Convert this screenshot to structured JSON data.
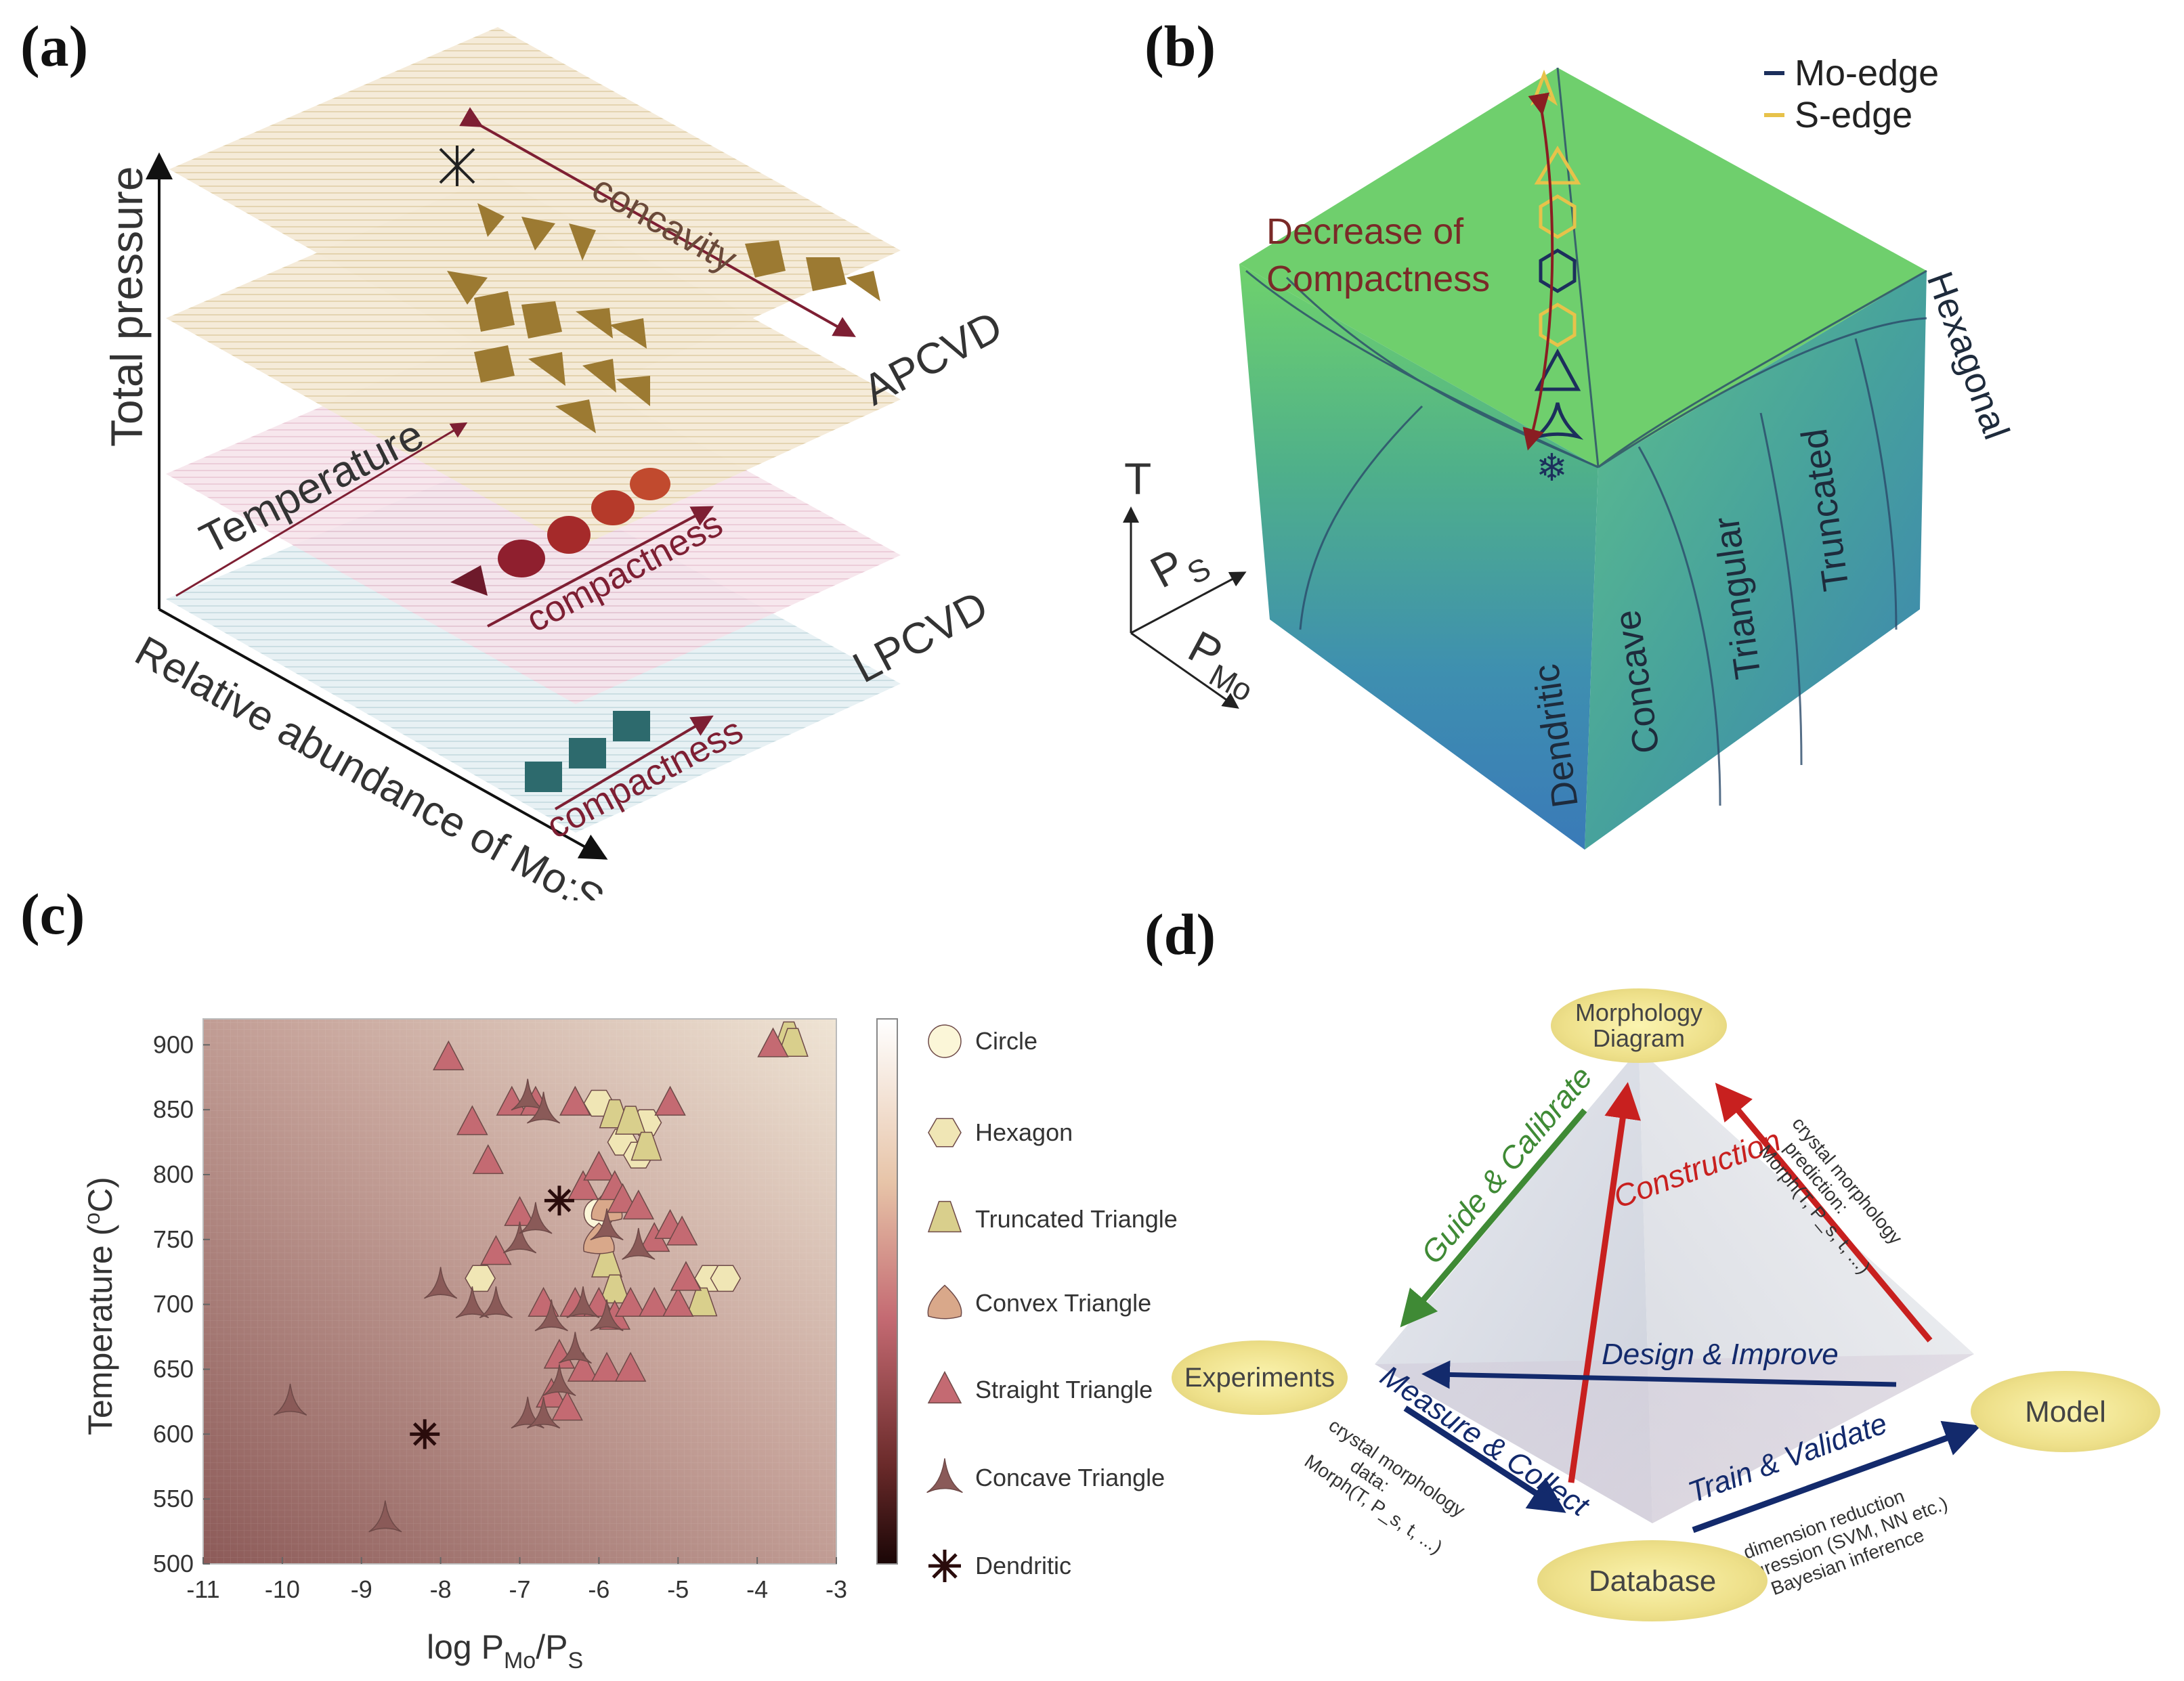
{
  "panel_labels": {
    "a": "(a)",
    "b": "(b)",
    "c": "(c)",
    "d": "(d)"
  },
  "panel_a": {
    "axis_vertical": "Total pressure",
    "axis_depth": "Temperature",
    "axis_horizontal": "Relative abundance of Mo:S",
    "plane_upper": "APCVD",
    "plane_lower": "LPCVD",
    "arrow_concavity": "concavity",
    "arrow_compactness_mid": "compactness",
    "arrow_compactness_low": "compactness"
  },
  "panel_b": {
    "legend": [
      {
        "label": "Mo-edge",
        "color": "#1c2f5c"
      },
      {
        "label": "S-edge",
        "color": "#e7c24a"
      }
    ],
    "annotation": [
      "Decrease of",
      "Compactness"
    ],
    "axes": {
      "t": "T",
      "ps": "P",
      "ps_sub": "S",
      "pmo": "P",
      "pmo_sub": "Mo"
    },
    "regions": [
      "Dendritic",
      "Concave",
      "Triangular",
      "Truncated",
      "Hexagonal"
    ]
  },
  "chart_data": {
    "type": "scatter",
    "xlabel": "log P_Mo/P_S",
    "ylabel": "Temperature (°C)",
    "xlim": [
      -11,
      -3
    ],
    "ylim": [
      500,
      920
    ],
    "xticks": [
      -11,
      -10,
      -9,
      -8,
      -7,
      -6,
      -5,
      -4,
      -3
    ],
    "yticks": [
      500,
      550,
      600,
      650,
      700,
      750,
      800,
      850,
      900
    ],
    "colorbar": "brown-to-white gradient",
    "legend": [
      {
        "name": "Circle",
        "marker": "circle",
        "color": "#fbf6d8"
      },
      {
        "name": "Hexagon",
        "marker": "hexagon",
        "color": "#f0e6b5"
      },
      {
        "name": "Truncated Triangle",
        "marker": "truncated-triangle",
        "color": "#d9cf8c"
      },
      {
        "name": "Convex Triangle",
        "marker": "convex-triangle",
        "color": "#d9a88a"
      },
      {
        "name": "Straight Triangle",
        "marker": "triangle",
        "color": "#c46a72"
      },
      {
        "name": "Concave Triangle",
        "marker": "concave-triangle",
        "color": "#8a5a58"
      },
      {
        "name": "Dendritic",
        "marker": "dendritic",
        "color": "#2a0c0c"
      }
    ],
    "series": [
      {
        "name": "Circle",
        "points": [
          [
            -6.0,
            770
          ]
        ]
      },
      {
        "name": "Hexagon",
        "points": [
          [
            -6.0,
            855
          ],
          [
            -5.7,
            825
          ],
          [
            -5.5,
            815
          ],
          [
            -5.4,
            840
          ],
          [
            -4.6,
            720
          ],
          [
            -4.4,
            720
          ],
          [
            -7.5,
            720
          ]
        ]
      },
      {
        "name": "Truncated Triangle",
        "points": [
          [
            -3.6,
            905
          ],
          [
            -3.55,
            900
          ],
          [
            -5.8,
            845
          ],
          [
            -5.6,
            840
          ],
          [
            -5.4,
            820
          ],
          [
            -5.9,
            730
          ],
          [
            -4.7,
            700
          ],
          [
            -5.8,
            710
          ]
        ]
      },
      {
        "name": "Convex Triangle",
        "points": [
          [
            -6.0,
            750
          ],
          [
            -5.9,
            775
          ]
        ]
      },
      {
        "name": "Straight Triangle",
        "points": [
          [
            -7.6,
            840
          ],
          [
            -7.4,
            810
          ],
          [
            -7.1,
            855
          ],
          [
            -6.8,
            855
          ],
          [
            -6.3,
            855
          ],
          [
            -5.1,
            855
          ],
          [
            -7.3,
            740
          ],
          [
            -7.0,
            770
          ],
          [
            -6.2,
            790
          ],
          [
            -6.0,
            805
          ],
          [
            -5.8,
            790
          ],
          [
            -5.7,
            780
          ],
          [
            -5.5,
            775
          ],
          [
            -5.3,
            750
          ],
          [
            -5.1,
            760
          ],
          [
            -4.95,
            755
          ],
          [
            -6.7,
            700
          ],
          [
            -6.3,
            700
          ],
          [
            -6.0,
            700
          ],
          [
            -5.8,
            690
          ],
          [
            -5.6,
            700
          ],
          [
            -5.3,
            700
          ],
          [
            -5.0,
            700
          ],
          [
            -4.9,
            720
          ],
          [
            -6.5,
            660
          ],
          [
            -6.2,
            650
          ],
          [
            -5.9,
            650
          ],
          [
            -5.6,
            650
          ],
          [
            -6.6,
            630
          ],
          [
            -6.4,
            620
          ],
          [
            -7.9,
            890
          ],
          [
            -3.8,
            900
          ]
        ]
      },
      {
        "name": "Concave Triangle",
        "points": [
          [
            -9.9,
            625
          ],
          [
            -8.7,
            535
          ],
          [
            -8.0,
            715
          ],
          [
            -7.6,
            700
          ],
          [
            -7.3,
            700
          ],
          [
            -7.0,
            750
          ],
          [
            -6.8,
            765
          ],
          [
            -6.6,
            690
          ],
          [
            -6.9,
            615
          ],
          [
            -6.7,
            615
          ],
          [
            -6.5,
            640
          ],
          [
            -6.3,
            665
          ],
          [
            -6.9,
            860
          ],
          [
            -6.7,
            850
          ],
          [
            -5.9,
            760
          ],
          [
            -5.5,
            745
          ],
          [
            -6.2,
            700
          ],
          [
            -5.9,
            690
          ]
        ]
      },
      {
        "name": "Dendritic",
        "points": [
          [
            -8.2,
            600
          ],
          [
            -6.5,
            780
          ]
        ]
      }
    ]
  },
  "panel_d": {
    "nodes": {
      "top": [
        "Morphology",
        "Diagram"
      ],
      "left": "Experiments",
      "right": "Model",
      "bottom": "Database"
    },
    "arrows": {
      "guide": "Guide & Calibrate",
      "construction": "Construction",
      "design": "Design & Improve",
      "measure": "Measure & Collect",
      "train": "Train & Validate"
    },
    "notes": {
      "right": [
        "crystal morphology",
        "prediction:",
        "Morph(T, P_s, t, ...)"
      ],
      "left": [
        "crystal morphology",
        "data:",
        "Morph(T, P_s, t, ...)"
      ],
      "bottom": [
        "dimension reduction",
        "regression (SVM, NN etc.)",
        "Bayesian inference"
      ]
    },
    "colors": {
      "green": "#3f8a35",
      "red": "#c8201f",
      "navy": "#132a6c"
    }
  }
}
